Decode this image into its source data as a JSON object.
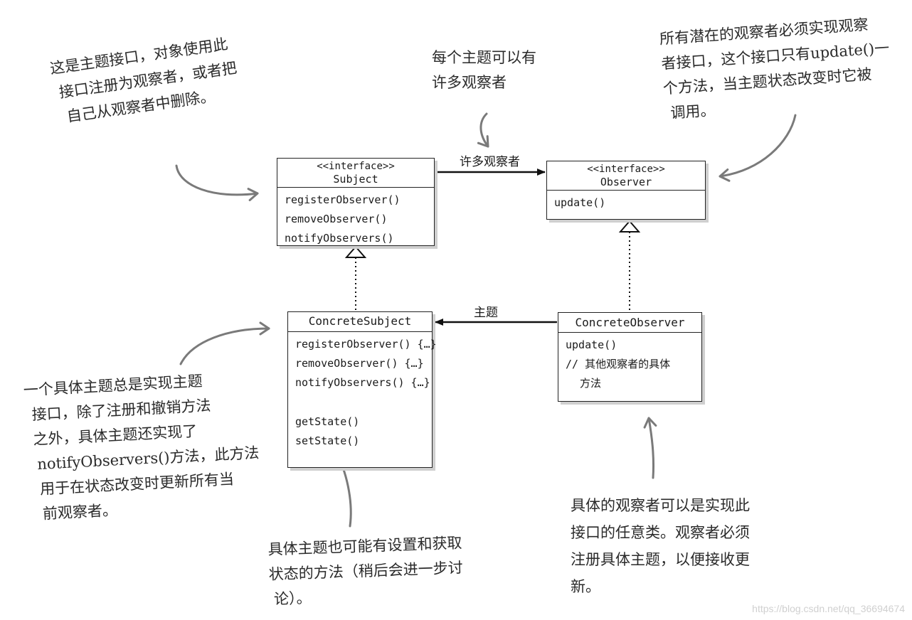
{
  "colors": {
    "line": "#111111",
    "hand_arrow": "#7a7a7a",
    "shadow": "#cfcfcf",
    "watermark": "#d0d0d0"
  },
  "subject": {
    "stereotype": "<<interface>>",
    "name": "Subject",
    "methods": [
      "registerObserver()",
      "removeObserver()",
      "notifyObservers()"
    ]
  },
  "observer": {
    "stereotype": "<<interface>>",
    "name": "Observer",
    "methods": [
      "update()"
    ]
  },
  "concrete_subject": {
    "name": "ConcreteSubject",
    "methods": [
      "registerObserver() {…}",
      "removeObserver()  {…}",
      "notifyObservers()  {…}"
    ],
    "extra_methods": [
      "getState()",
      "setState()"
    ]
  },
  "concrete_observer": {
    "name": "ConcreteObserver",
    "methods": [
      "update()",
      "// 其他观察者的具体",
      "方法"
    ]
  },
  "labels": {
    "many_observers": "许多观察者",
    "subject": "主题"
  },
  "notes": {
    "subject_interface": [
      "这是主题接口，对象使用此",
      "接口注册为观察者，或者把",
      "自己从观察者中删除。"
    ],
    "many": [
      "每个主题可以有",
      "许多观察者"
    ],
    "observer_interface": [
      "所有潜在的观察者必须实现观察",
      "者接口，这个接口只有update()一",
      "个方法，当主题状态改变时它被",
      "调用。"
    ],
    "concrete_subject": [
      "一个具体主题总是实现主题",
      "接口，除了注册和撤销方法",
      "之外，具体主题还实现了",
      "notifyObservers()方法，此方法",
      "用于在状态改变时更新所有当",
      "前观察者。"
    ],
    "state_methods": [
      "具体主题也可能有设置和获取",
      "状态的方法（稍后会进一步讨",
      "论）。"
    ],
    "concrete_observer": [
      "具体的观察者可以是实现此",
      "接口的任意类。观察者必须",
      "注册具体主题，以便接收更",
      "新。"
    ]
  },
  "watermark": "https://blog.csdn.net/qq_36694674"
}
